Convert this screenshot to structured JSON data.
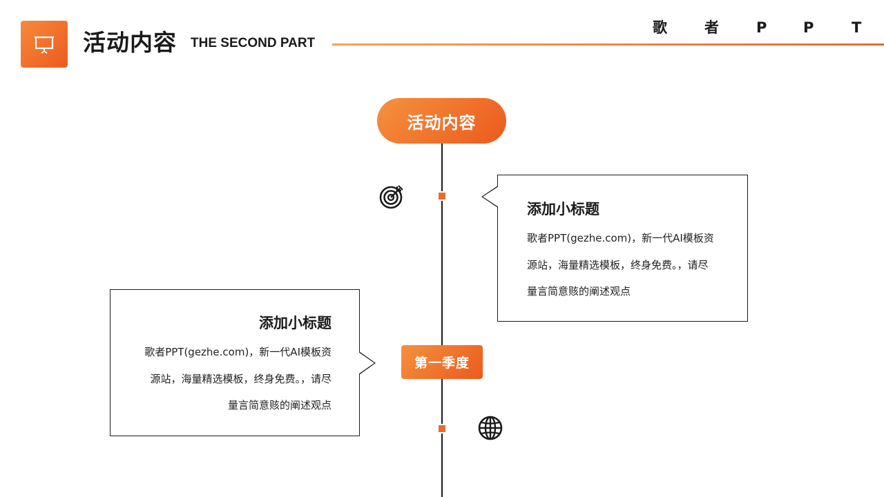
{
  "header": {
    "title": "活动内容",
    "subtitle": "THE SECOND PART",
    "brand_letters": [
      "歌",
      "者",
      "P",
      "P",
      "T"
    ],
    "accent_color": "#EC6A2A",
    "logo_icon": "presentation-board-icon"
  },
  "timeline": {
    "title": "活动内容",
    "season_label": "第一季度",
    "icons": [
      "target-icon",
      "globe-icon"
    ]
  },
  "cards": [
    {
      "title": "添加小标题",
      "lines": [
        "歌者PPT(gezhe.com)，新一代AI模板资",
        "源站，海量精选模板，终身免费。，请尽",
        "量言简意赅的阐述观点"
      ]
    },
    {
      "title": "添加小标题",
      "lines": [
        "歌者PPT(gezhe.com)，新一代AI模板资",
        "源站，海量精选模板，终身免费。，请尽",
        "量言简意赅的阐述观点"
      ]
    }
  ]
}
